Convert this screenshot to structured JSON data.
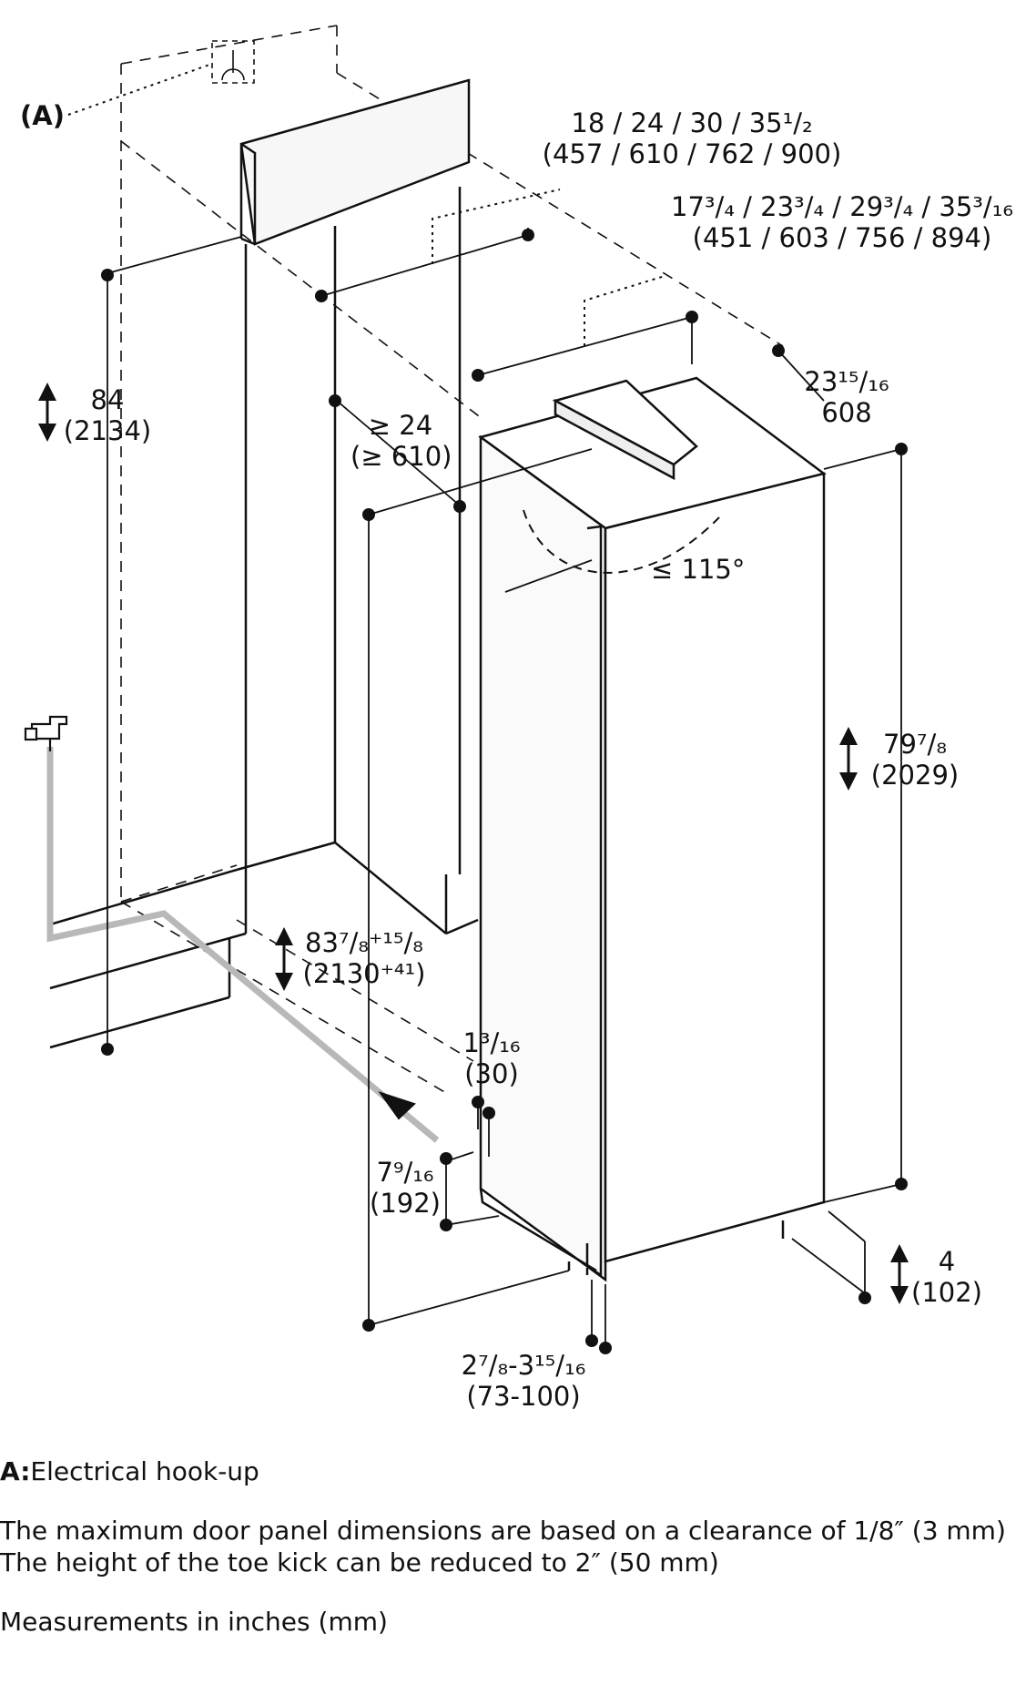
{
  "callout_a": "(A)",
  "dimensions": {
    "panel_width_in": "18 / 24 / 30 / 35¹/₂",
    "panel_width_mm": "(457 / 610 / 762 / 900)",
    "unit_width_in": "17³/₄ / 23³/₄ / 29³/₄ / 35³/₁₆",
    "unit_width_mm": "(451 / 603 / 756 / 894)",
    "overall_height_in": "84",
    "overall_height_mm": "(2134)",
    "niche_depth_in": "≥ 24",
    "niche_depth_mm": "(≥ 610)",
    "unit_depth_in": "23¹⁵/₁₆",
    "unit_depth_mm": "608",
    "door_angle": "≤ 115°",
    "unit_height_in": "79⁷/₈",
    "unit_height_mm": "(2029)",
    "niche_height_in": "83⁷/₈⁺¹⁵/₈",
    "niche_height_mm": "(2130⁺⁴¹)",
    "side_gap_in": "1³/₁₆",
    "side_gap_mm": "(30)",
    "toe_kick_in": "7⁹/₁₆",
    "toe_kick_mm": "(192)",
    "foot_height_in": "4",
    "foot_height_mm": "(102)",
    "base_offset_in": "2⁷/₈-3¹⁵/₁₆",
    "base_offset_mm": "(73-100)"
  },
  "notes": {
    "legend_key": "A:",
    "legend_text": "Electrical hook-up",
    "line1": "The maximum door panel dimensions are based on a clearance of 1/8″ (3 mm)",
    "line2": "The height of the toe kick can be reduced to 2″ (50 mm)",
    "line3": "Measurements in inches (mm)"
  },
  "colors": {
    "line": "#111111",
    "dashed": "#222222",
    "pipe": "#b8b8b8",
    "panel": "#f2f2f2"
  },
  "icons": [
    "electrical-outlet-icon",
    "water-tap-icon",
    "up-down-arrow-icon",
    "flow-arrow-icon"
  ]
}
